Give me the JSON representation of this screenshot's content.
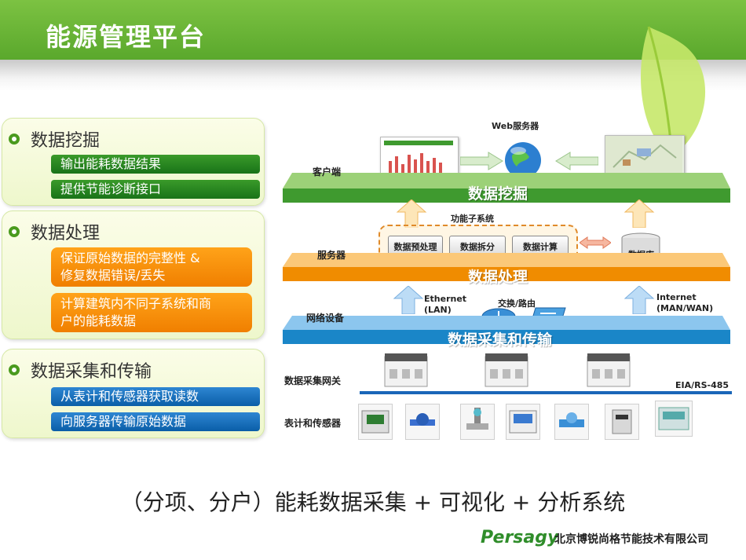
{
  "page": {
    "title": "能源管理平台"
  },
  "left": {
    "mining": {
      "title": "数据挖掘",
      "items": [
        "输出能耗数据结果",
        "提供节能诊断接口"
      ]
    },
    "processing": {
      "title": "数据处理",
      "items": [
        [
          "保证原始数据的完整性 &",
          "修复数据错误/丢失"
        ],
        [
          "计算建筑内不同子系统和商",
          "户的能耗数据"
        ]
      ]
    },
    "collection": {
      "title": "数据采集和传输",
      "items": [
        "从表计和传感器获取读数",
        "向服务器传输原始数据"
      ]
    }
  },
  "diagram": {
    "web_server": "Web服务器",
    "layers": {
      "client": "客户端",
      "server": "服务器",
      "network": "网络设备",
      "gateway": "数据采集网关",
      "meters": "表计和传感器"
    },
    "bands": {
      "mining": "数据挖掘",
      "processing": "数据处理",
      "transport": "数据采集和传输"
    },
    "function_subsystem": "功能子系统",
    "subsystems": [
      "数据预处理",
      "数据拆分",
      "数据计算"
    ],
    "database": "数据库",
    "ethernet": [
      "Ethernet",
      "(LAN)"
    ],
    "switch_router": "交换/路由",
    "internet": [
      "Internet",
      "(MAN/WAN)"
    ],
    "bus": "EIA/RS-485",
    "colors": {
      "green_band": "#3f9a2f",
      "orange_band": "#f08c00",
      "blue_band": "#1a86c8"
    }
  },
  "footer": {
    "caption": "（分项、分户）能耗数据采集 + 可视化 + 分析系统",
    "logo": "Persagy",
    "company": "北京博锐尚格节能技术有限公司"
  }
}
